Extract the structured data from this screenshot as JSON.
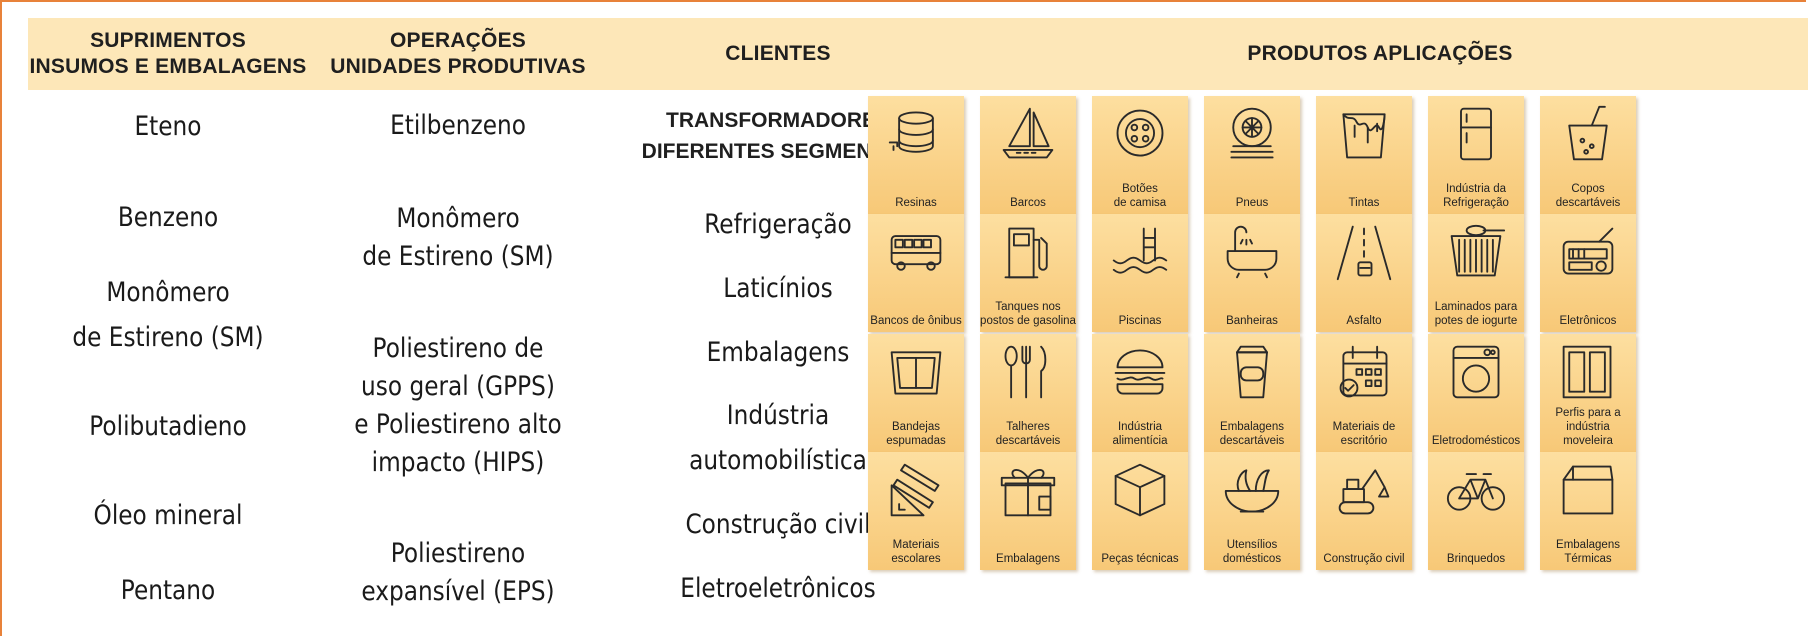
{
  "headers": {
    "suprimentos": "SUPRIMENTOS\nINSUMOS E EMBALAGENS",
    "operacoes": "OPERAÇÕES\nUNIDADES PRODUTIVAS",
    "clientes": "CLIENTES",
    "produtos": "PRODUTOS APLICAÇÕES"
  },
  "suprimentos": [
    "Eteno",
    "Benzeno",
    "Monômero",
    "de Estireno (SM)",
    "Polibutadieno",
    "Óleo mineral",
    "Pentano"
  ],
  "operacoes": [
    "Etilbenzeno",
    "Monômero",
    "de Estireno (SM)",
    "Poliestireno de",
    "uso geral (GPPS)",
    "e Poliestireno alto",
    "impacto (HIPS)",
    "Poliestireno",
    "expansível (EPS)"
  ],
  "clientes": {
    "segment_header_1": "TRANSFORMADORES",
    "segment_header_2": "DIFERENTES SEGMENTOS",
    "items": [
      "Refrigeração",
      "Laticínios",
      "Embalagens",
      "Indústria",
      "automobilística",
      "Construção civil",
      "Eletroeletrônicos"
    ]
  },
  "produtos": [
    {
      "label": "Resinas",
      "icon": "resin-drum-icon"
    },
    {
      "label": "Barcos",
      "icon": "sailboat-icon"
    },
    {
      "label": "Botões\nde camisa",
      "icon": "button-icon"
    },
    {
      "label": "Pneus",
      "icon": "tire-icon"
    },
    {
      "label": "Tintas",
      "icon": "paint-bucket-icon"
    },
    {
      "label": "Indústria da\nRefrigeração",
      "icon": "refrigerator-icon"
    },
    {
      "label": "Copos\ndescartáveis",
      "icon": "cup-icon"
    },
    {
      "label": "Bancos de ônibus",
      "icon": "bus-icon"
    },
    {
      "label": "Tanques nos\npostos de gasolina",
      "icon": "fuel-pump-icon"
    },
    {
      "label": "Piscinas",
      "icon": "pool-icon"
    },
    {
      "label": "Banheiras",
      "icon": "bathtub-icon"
    },
    {
      "label": "Asfalto",
      "icon": "road-icon"
    },
    {
      "label": "Laminados para\npotes de iogurte",
      "icon": "yogurt-pot-icon"
    },
    {
      "label": "Eletrônicos",
      "icon": "radio-icon"
    },
    {
      "label": "Bandejas\nespumadas",
      "icon": "foam-tray-icon"
    },
    {
      "label": "Talheres\ndescartáveis",
      "icon": "cutlery-icon"
    },
    {
      "label": "Indústria\nalimentícia",
      "icon": "burger-icon"
    },
    {
      "label": "Embalagens\ndescartáveis",
      "icon": "coffee-cup-icon"
    },
    {
      "label": "Materiais de\nescritório",
      "icon": "calendar-icon"
    },
    {
      "label": "Eletrodomésticos",
      "icon": "washing-machine-icon"
    },
    {
      "label": "Perfis para a\nindústria moveleira",
      "icon": "furniture-profile-icon"
    },
    {
      "label": "Materiais\nescolares",
      "icon": "school-supplies-icon"
    },
    {
      "label": "Embalagens",
      "icon": "gift-box-icon"
    },
    {
      "label": "Peças técnicas",
      "icon": "cube-icon"
    },
    {
      "label": "Utensílios\ndomésticos",
      "icon": "bowl-icon"
    },
    {
      "label": "Construção civil",
      "icon": "excavator-icon"
    },
    {
      "label": "Brinquedos",
      "icon": "bicycle-icon"
    },
    {
      "label": "Embalagens\nTérmicas",
      "icon": "thermal-box-icon"
    }
  ],
  "colors": {
    "frame": "#e8823a",
    "header_band": "#fde7b8",
    "tile_top": "#fddfa0",
    "tile_bottom": "#f7c877"
  }
}
